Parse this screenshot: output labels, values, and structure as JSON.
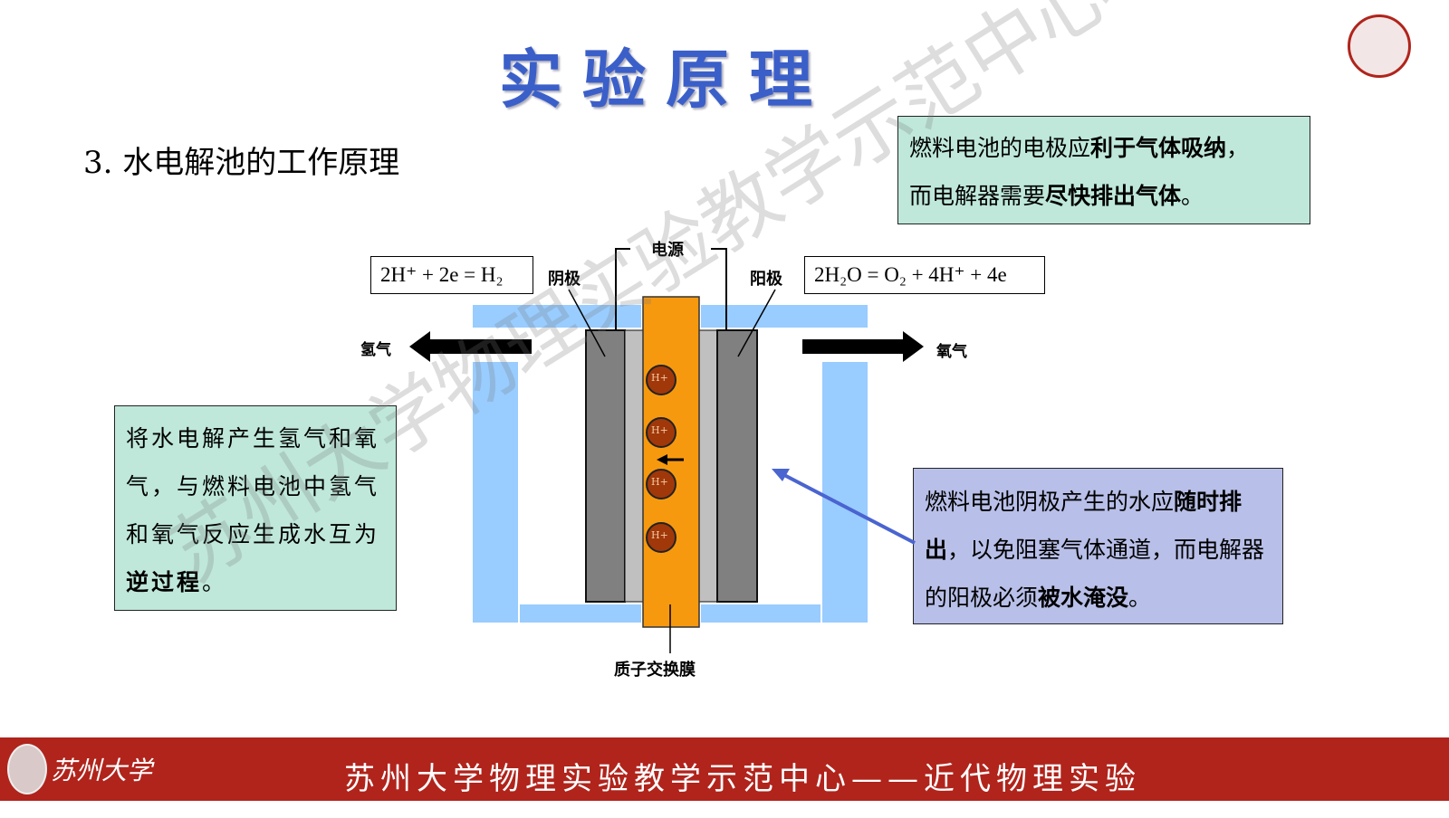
{
  "title": "实验原理",
  "subtitle": "3. 水电解池的工作原理",
  "top_note": {
    "line1_pre": "燃料电池的电极应",
    "line1_bold": "利于气体吸纳",
    "line1_post": "，",
    "line2_pre": "而电解器需要",
    "line2_bold": "尽快排出气体",
    "line2_post": "。"
  },
  "left_note": {
    "text": "将水电解产生氢气和氧气，与燃料电池中氢气和氧气反应生成水互为",
    "bold": "逆过程",
    "post": "。"
  },
  "right_note": {
    "p1": "燃料电池阴极产生的水应",
    "b1": "随时排出",
    "p2": "，以免阻塞气体通道，而电解器的阳极必须",
    "b2": "被水淹没",
    "p3": "。"
  },
  "diagram": {
    "power": "电源",
    "cathode": "阴极",
    "anode": "阳极",
    "hydrogen": "氢气",
    "oxygen": "氧气",
    "membrane": "质子交换膜",
    "proton": "H+",
    "eq_left": "2H⁺ + 2e = H₂",
    "eq_right": "2H₂O = O₂ + 4H⁺ + 4e"
  },
  "footer": {
    "text": "苏州大学物理实验教学示范中心——近代物理实验",
    "logo_text": "苏州大学"
  },
  "watermark": "苏州大学物理实验教学示范中心",
  "colors": {
    "title": "#3b5fc9",
    "footer": "#b0241c",
    "membrane": "#f7990f",
    "water": "#99ccff"
  }
}
